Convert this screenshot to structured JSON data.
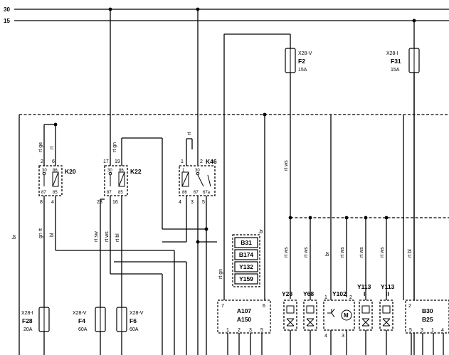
{
  "rails": {
    "r30": "30",
    "r15": "15"
  },
  "fuses": {
    "f2": {
      "conn": "X28-V",
      "name": "F2",
      "rating": "15A"
    },
    "f31": {
      "conn": "X28-I",
      "name": "F31",
      "rating": "15A"
    },
    "f28": {
      "conn": "X28-I",
      "name": "F28",
      "rating": "20A"
    },
    "f4": {
      "conn": "X28-V",
      "name": "F4",
      "rating": "60A"
    },
    "f6": {
      "conn": "X28-V",
      "name": "F6",
      "rating": "60A"
    }
  },
  "relays": {
    "k20": {
      "name": "K20",
      "p1": "2",
      "p2": "6",
      "p3": "8",
      "p4": "4",
      "t30": "30",
      "t86": "86",
      "t87": "87",
      "t85": "85"
    },
    "k22": {
      "name": "K22",
      "p1": "17",
      "p2": "19",
      "p3": "23",
      "p4": "16",
      "t30": "30",
      "t86": "86",
      "t87": "87",
      "t85": "85"
    },
    "k46": {
      "name": "K46",
      "p1": "1",
      "p2": "2",
      "p3": "4",
      "p4": "3",
      "p5": "5",
      "t1": "1",
      "t30": "30",
      "t86": "86",
      "t67": "67",
      "t67a": "67a"
    }
  },
  "wires": {
    "rt": "rt",
    "rtge": "rt ge",
    "rtgn": "rt gn",
    "rtws": "rt ws",
    "rtws2": "rt ws",
    "rtws3": "rt ws",
    "rtws4": "rt ws",
    "rtws5": "rt ws",
    "rtws6": "rt ws",
    "rtws7": "rt ws",
    "br": "br",
    "br2": "br",
    "br3": "br",
    "gnrt": "gn rt",
    "bl": "bl",
    "rtsw": "rt sw",
    "rtbl": "rt bl",
    "rtbl2": "rt bl",
    "rtgn2": "rt gn"
  },
  "module_stack": [
    "B31",
    "B174",
    "Y132",
    "Y159"
  ],
  "modules": {
    "a107": {
      "name1": "A107",
      "name2": "A150",
      "pin7": "7",
      "pin6": "6",
      "pin1": "1",
      "pin2": "2",
      "pin3": "3",
      "pin5": "5"
    },
    "b30": {
      "name1": "B30",
      "name2": "B25",
      "pin2": "2",
      "pin5": "5",
      "pin3": "3",
      "pin1": "1",
      "pin4": "4"
    }
  },
  "components": {
    "y28": {
      "name": "Y28"
    },
    "y68": {
      "name": "Y68"
    },
    "y102": {
      "name": "Y102",
      "pin1": "1",
      "pin2": "2",
      "pin4": "4",
      "pin3": "3"
    },
    "y113a": {
      "name": "Y113",
      "sub": "I"
    },
    "y113b": {
      "name": "Y113",
      "sub": "II"
    }
  }
}
